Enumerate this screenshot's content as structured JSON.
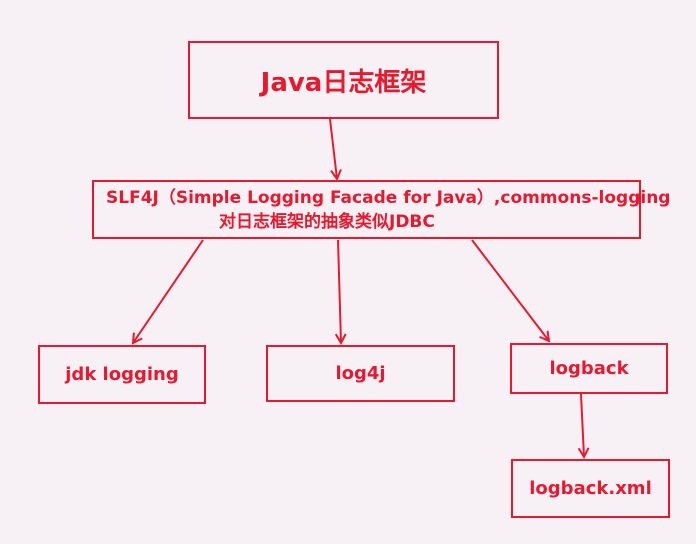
{
  "nodes": {
    "root": {
      "label": "Java日志框架"
    },
    "facade": {
      "line1": "SLF4J（Simple Logging Facade for Java）,commons-logging",
      "line2": "对日志框架的抽象类似JDBC"
    },
    "jdk": {
      "label": "jdk logging"
    },
    "log4j": {
      "label": "log4j"
    },
    "logback": {
      "label": "logback"
    },
    "logback_xml": {
      "label": "logback.xml"
    }
  },
  "edges": [
    {
      "from": "root",
      "to": "facade"
    },
    {
      "from": "facade",
      "to": "jdk"
    },
    {
      "from": "facade",
      "to": "log4j"
    },
    {
      "from": "facade",
      "to": "logback"
    },
    {
      "from": "logback",
      "to": "logback_xml"
    }
  ],
  "colors": {
    "stroke": "#e8192f",
    "text": "#e8192f",
    "background": "#f7f1f5"
  }
}
